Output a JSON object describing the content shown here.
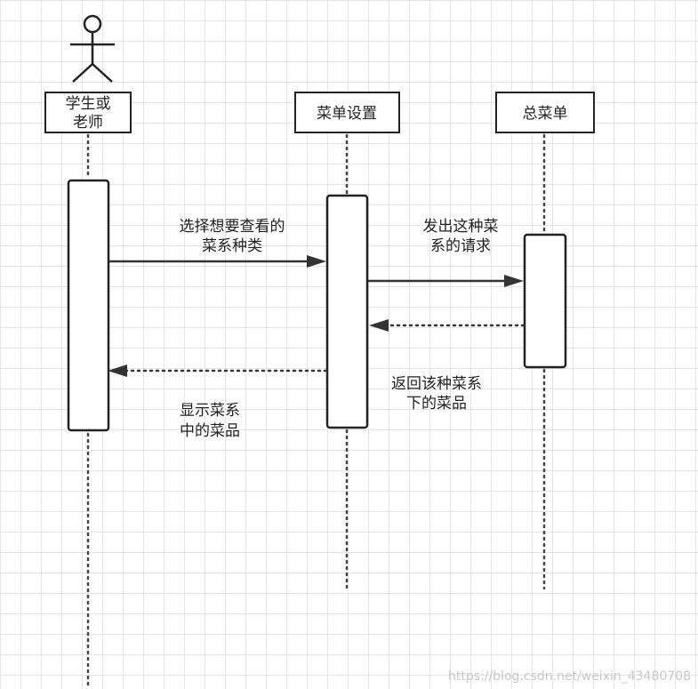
{
  "participants": [
    {
      "id": "user",
      "name_lines": [
        "学生或",
        "老师"
      ],
      "is_actor": true
    },
    {
      "id": "menu_settings",
      "name_lines": [
        "菜单设置"
      ],
      "is_actor": false
    },
    {
      "id": "main_menu",
      "name_lines": [
        "总菜单"
      ],
      "is_actor": false
    }
  ],
  "messages": [
    {
      "from": "user",
      "to": "menu_settings",
      "style": "solid",
      "label_lines": [
        "选择想要查看的",
        "菜系种类"
      ]
    },
    {
      "from": "menu_settings",
      "to": "main_menu",
      "style": "solid",
      "label_lines": [
        "发出这种菜",
        "系的请求"
      ]
    },
    {
      "from": "main_menu",
      "to": "menu_settings",
      "style": "dashed",
      "label_lines": [
        "返回该种菜系",
        "下的菜品"
      ]
    },
    {
      "from": "menu_settings",
      "to": "user",
      "style": "dashed",
      "label_lines": [
        "显示菜系",
        "中的菜品"
      ]
    }
  ],
  "watermark": "https://blog.csdn.net/weixin_43480708"
}
